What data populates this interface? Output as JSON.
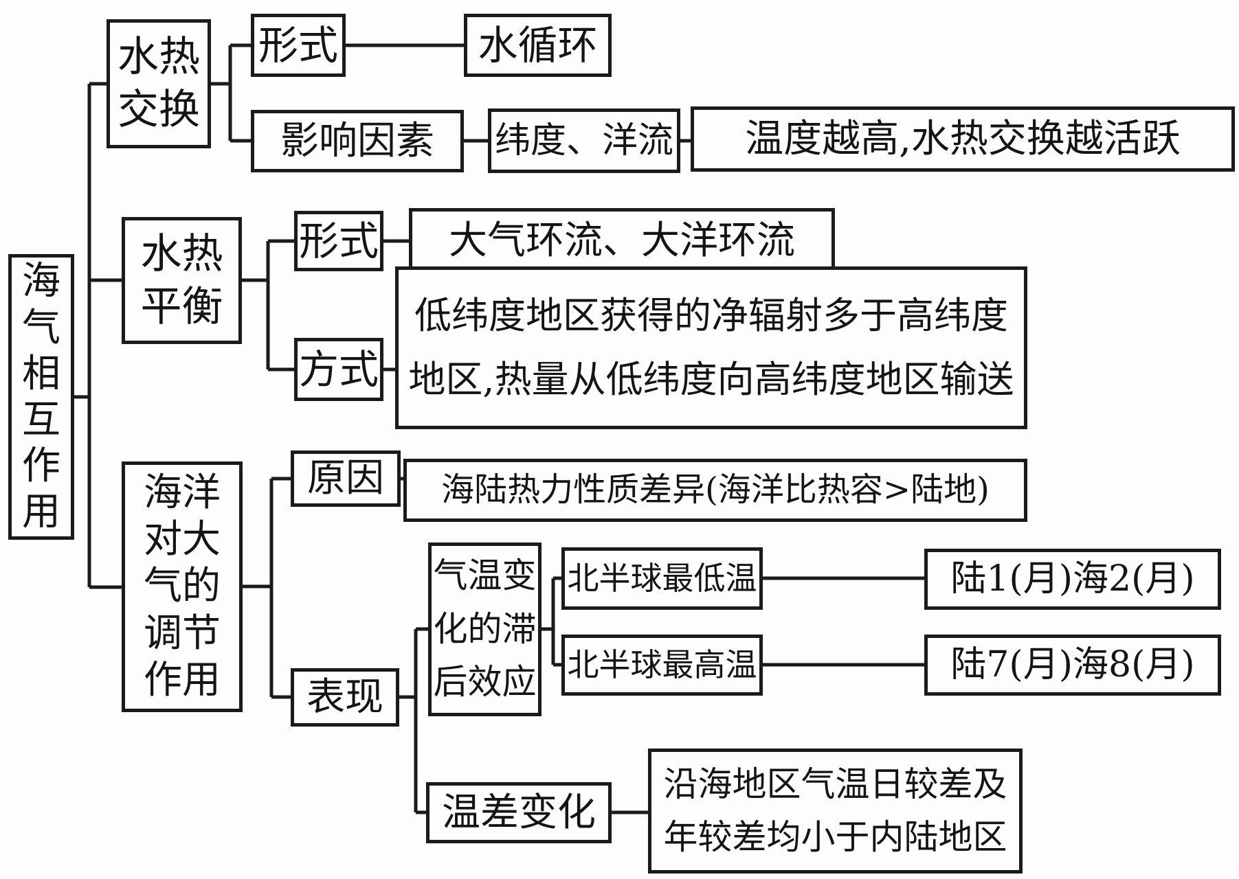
{
  "colors": {
    "ink": "#1b1b1b",
    "background": "#fdfdfd"
  },
  "diagram_title": "海气相互作用",
  "nodes": {
    "root": {
      "label": "海\n气\n相\n互\n作\n用"
    },
    "exchange": {
      "label": "水热\n交换"
    },
    "exchange_form_label": {
      "label": "形式"
    },
    "exchange_form_value": {
      "label": "水循环"
    },
    "exchange_factor_label": {
      "label": "影响因素"
    },
    "exchange_factor_value": {
      "label": "纬度、洋流"
    },
    "exchange_factor_note": {
      "label": "温度越高,水热交换越活跃"
    },
    "balance": {
      "label": "水热\n平衡"
    },
    "balance_form_label": {
      "label": "形式"
    },
    "balance_form_value": {
      "label": "大气环流、大洋环流"
    },
    "balance_mode_label": {
      "label": "方式"
    },
    "balance_mode_value": {
      "label": "低纬度地区获得的净辐射多于高纬度\n地区,热量从低纬度向高纬度地区输送"
    },
    "regulation": {
      "label": "海洋\n对大\n气的\n调节\n作用"
    },
    "regulation_cause_label": {
      "label": "原因"
    },
    "regulation_cause_value": {
      "label": "海陆热力性质差异(海洋比热容>陆地)"
    },
    "regulation_manifest_label": {
      "label": "表现"
    },
    "lag_effect": {
      "label": "气温变\n化的滞\n后效应"
    },
    "lag_min_label": {
      "label": "北半球最低温"
    },
    "lag_min_value": {
      "label": "陆1(月)海2(月)"
    },
    "lag_max_label": {
      "label": "北半球最高温"
    },
    "lag_max_value": {
      "label": "陆7(月)海8(月)"
    },
    "temp_range_label": {
      "label": "温差变化"
    },
    "temp_range_value": {
      "label": "沿海地区气温日较差及\n年较差均小于内陆地区"
    }
  }
}
